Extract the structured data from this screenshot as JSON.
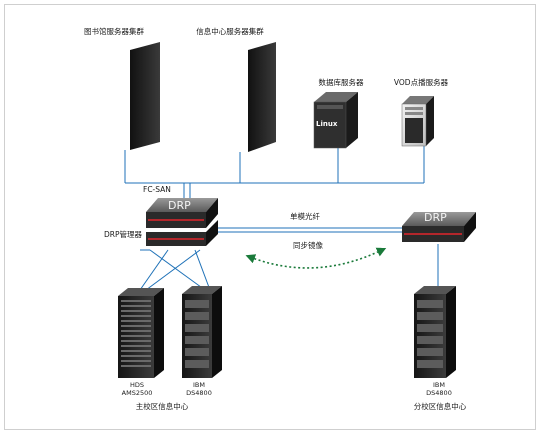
{
  "labels": {
    "library_cluster": "图书馆服务器集群",
    "info_center_cluster": "信息中心服务器集群",
    "database_server": "数据库服务器",
    "vod_server": "VOD点播服务器",
    "linux_text": "Linux",
    "fc_san": "FC-SAN",
    "drp_manager": "DRP管理器",
    "drp_main": "DRP",
    "drp_branch": "DRP",
    "single_mode_fiber": "单模光纤",
    "sync_mirror": "同步镜像",
    "hds_line1": "HDS",
    "hds_line2": "AMS2500",
    "ibm_main_line1": "IBM",
    "ibm_main_line2": "DS4800",
    "ibm_branch_line1": "IBM",
    "ibm_branch_line2": "DS4800",
    "main_campus_center": "主校区信息中心",
    "branch_campus_center": "分校区信息中心"
  },
  "colors": {
    "link_blue": "#1f72b8",
    "mirror_green": "#1a7a3a",
    "server_dark": "#2b2b2b",
    "drp_red": "#b3262b"
  }
}
